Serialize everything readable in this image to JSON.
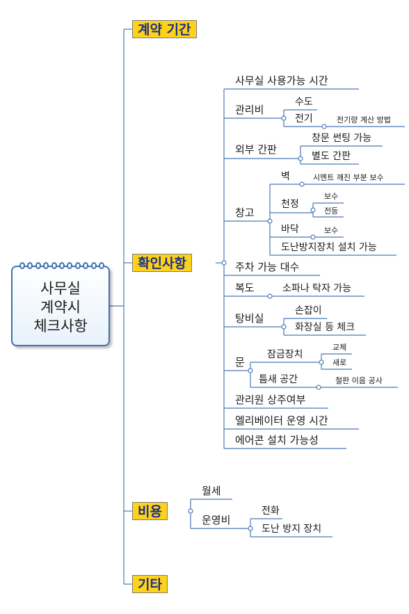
{
  "root": {
    "line1": "사무실",
    "line2": "계약시",
    "line3": "체크사항"
  },
  "branches": {
    "contract_period": "계약 기간",
    "checklist": "확인사항",
    "cost": "비용",
    "etc": "기타"
  },
  "checklist": {
    "office_hours": "사무실 사용가능 시간",
    "management_fee": "관리비",
    "water": "수도",
    "electricity": "전기",
    "electricity_calc": "전기량 계산 방법",
    "exterior_sign": "외부 간판",
    "window_tinting": "창문 썬팅 가능",
    "separate_sign": "별도 간판",
    "storage": "창고",
    "wall": "벽",
    "cement_repair": "시멘트 깨진 부분 보수",
    "ceiling": "천정",
    "ceiling_repair": "보수",
    "ceiling_light": "전등",
    "floor": "바닥",
    "floor_repair": "보수",
    "anti_theft": "도난방지장치 설치 가능",
    "parking": "주차 가능 대수",
    "hallway": "복도",
    "sofa_table": "소파나 탁자 가능",
    "kitchenette": "탕비실",
    "sink": "손잡이",
    "restroom": "화장실 등 체크",
    "door": "문",
    "lock": "잠금장치",
    "lock_replace": "교체",
    "lock_new": "새로",
    "gap": "틈새 공간",
    "gap_fix": "철판 이음 공사",
    "manager": "관리원 상주여부",
    "elevator": "엘리베이터 운영 시간",
    "aircon": "에어콘 설치 가능성"
  },
  "cost": {
    "rent": "월세",
    "operating": "운영비",
    "phone": "전화",
    "security": "도난 방지 장치"
  },
  "colors": {
    "line": "#4a78b8",
    "branch_fill": "#ffd21a",
    "branch_text": "#18308a",
    "root_border": "#3c6fb4"
  }
}
